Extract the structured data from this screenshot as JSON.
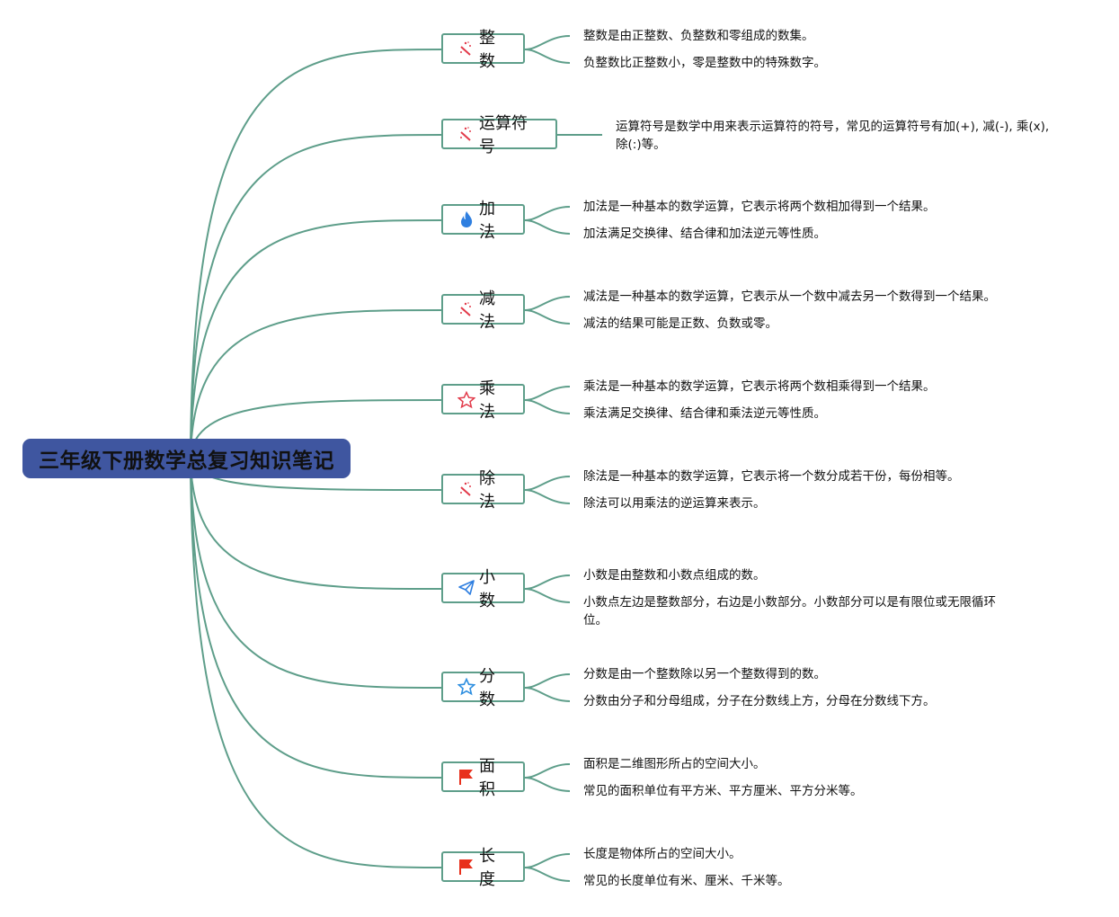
{
  "title": "三年级下册数学总复习知识笔记",
  "colors": {
    "root": "#3f56a0",
    "line": "#5e9e8a"
  },
  "branches": [
    {
      "label": "整数",
      "icon": "magic-wand-icon",
      "leaves": [
        "整数是由正整数、负整数和零组成的数集。",
        "负整数比正整数小，零是整数中的特殊数字。"
      ]
    },
    {
      "label": "运算符号",
      "icon": "magic-wand-icon",
      "leaves": [
        "运算符号是数学中用来表示运算符的符号，常见的运算符号有加(+), 减(-), 乘(x), 除(:)等。"
      ]
    },
    {
      "label": "加法",
      "icon": "fire-icon",
      "leaves": [
        "加法是一种基本的数学运算，它表示将两个数相加得到一个结果。",
        "加法满足交换律、结合律和加法逆元等性质。"
      ]
    },
    {
      "label": "减法",
      "icon": "magic-wand-icon",
      "leaves": [
        "减法是一种基本的数学运算，它表示从一个数中减去另一个数得到一个结果。",
        "减法的结果可能是正数、负数或零。"
      ]
    },
    {
      "label": "乘法",
      "icon": "star-icon",
      "leaves": [
        "乘法是一种基本的数学运算，它表示将两个数相乘得到一个结果。",
        "乘法满足交换律、结合律和乘法逆元等性质。"
      ]
    },
    {
      "label": "除法",
      "icon": "magic-wand-icon",
      "leaves": [
        "除法是一种基本的数学运算，它表示将一个数分成若干份，每份相等。",
        "除法可以用乘法的逆运算来表示。"
      ]
    },
    {
      "label": "小数",
      "icon": "paper-plane-icon",
      "leaves": [
        "小数是由整数和小数点组成的数。",
        "小数点左边是整数部分，右边是小数部分。小数部分可以是有限位或无限循环位。"
      ]
    },
    {
      "label": "分数",
      "icon": "star-outline-blue-icon",
      "leaves": [
        "分数是由一个整数除以另一个整数得到的数。",
        "分数由分子和分母组成，分子在分数线上方，分母在分数线下方。"
      ]
    },
    {
      "label": "面积",
      "icon": "flag-icon",
      "leaves": [
        "面积是二维图形所占的空间大小。",
        "常见的面积单位有平方米、平方厘米、平方分米等。"
      ]
    },
    {
      "label": "长度",
      "icon": "flag-icon",
      "leaves": [
        "长度是物体所占的空间大小。",
        "常见的长度单位有米、厘米、千米等。"
      ]
    }
  ]
}
